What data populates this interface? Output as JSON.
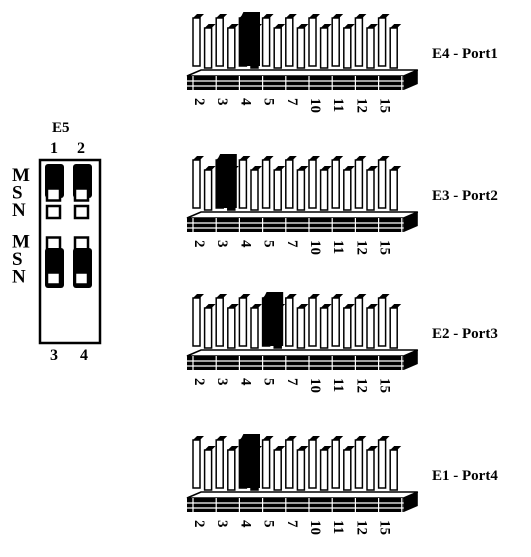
{
  "e5": {
    "title": "E5",
    "col_top": [
      "1",
      "2"
    ],
    "col_bottom": [
      "3",
      "4"
    ],
    "rows": [
      {
        "label": "M",
        "left": "jumper",
        "right": "jumper"
      },
      {
        "label": "S",
        "left": "open",
        "right": "open"
      },
      {
        "label": "N",
        "left": "open",
        "right": "open"
      },
      {
        "label": "M",
        "left": "open",
        "right": "open"
      },
      {
        "label": "S",
        "left": "jumper",
        "right": "jumper"
      },
      {
        "label": "N",
        "left": "open",
        "right": "open"
      }
    ]
  },
  "pin_labels": [
    "2",
    "3",
    "4",
    "5",
    "7",
    "10",
    "11",
    "12",
    "15"
  ],
  "headers": [
    {
      "label": "E4 - Port1",
      "jumper_pin": "4"
    },
    {
      "label": "E3 - Port2",
      "jumper_pin": "3"
    },
    {
      "label": "E2 - Port3",
      "jumper_pin": "5"
    },
    {
      "label": "E1 - Port4",
      "jumper_pin": "4"
    }
  ],
  "colors": {
    "ink": "#000000",
    "paper": "#ffffff"
  }
}
